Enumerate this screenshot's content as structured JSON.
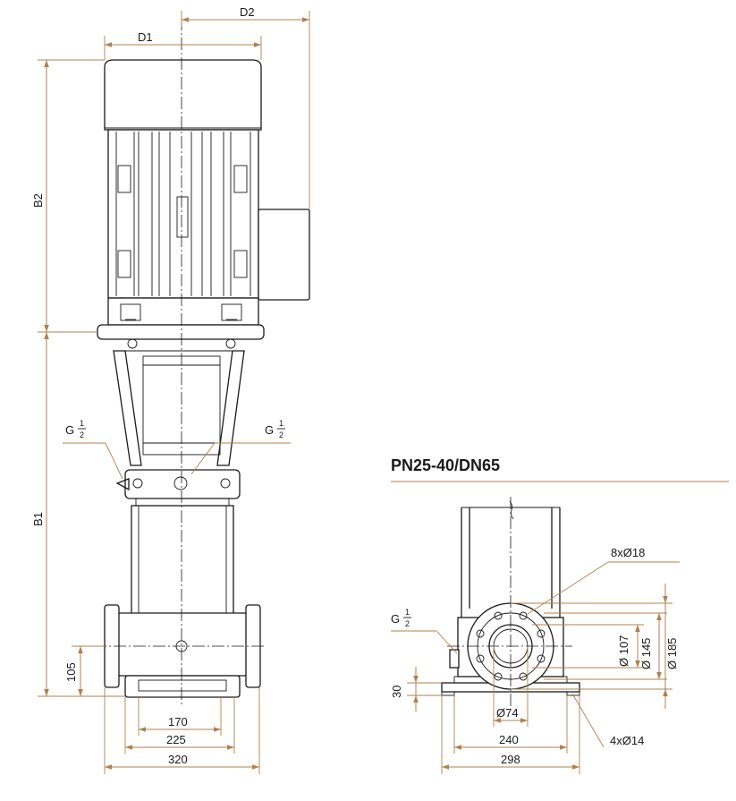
{
  "colors": {
    "dimension": "#b0814e",
    "outline": "#1a1a1a"
  },
  "front_view": {
    "labels": {
      "d1": "D1",
      "d2": "D2",
      "b1": "B1",
      "b2": "B2",
      "port_left_main": "G",
      "port_right_main": "G",
      "frac_num": "1",
      "frac_den": "2",
      "height_105": "105",
      "width_170": "170",
      "width_225": "225",
      "width_320": "320"
    }
  },
  "flange_view": {
    "title": "PN25-40/DN65",
    "labels": {
      "holes_8": "8xØ18",
      "port_main": "G",
      "frac_num": "1",
      "frac_den": "2",
      "dia_107": "Ø 107",
      "dia_145": "Ø 145",
      "dia_185": "Ø 185",
      "dia_74": "Ø74",
      "height_30": "30",
      "width_240": "240",
      "width_298": "298",
      "holes_4": "4xØ14"
    }
  }
}
